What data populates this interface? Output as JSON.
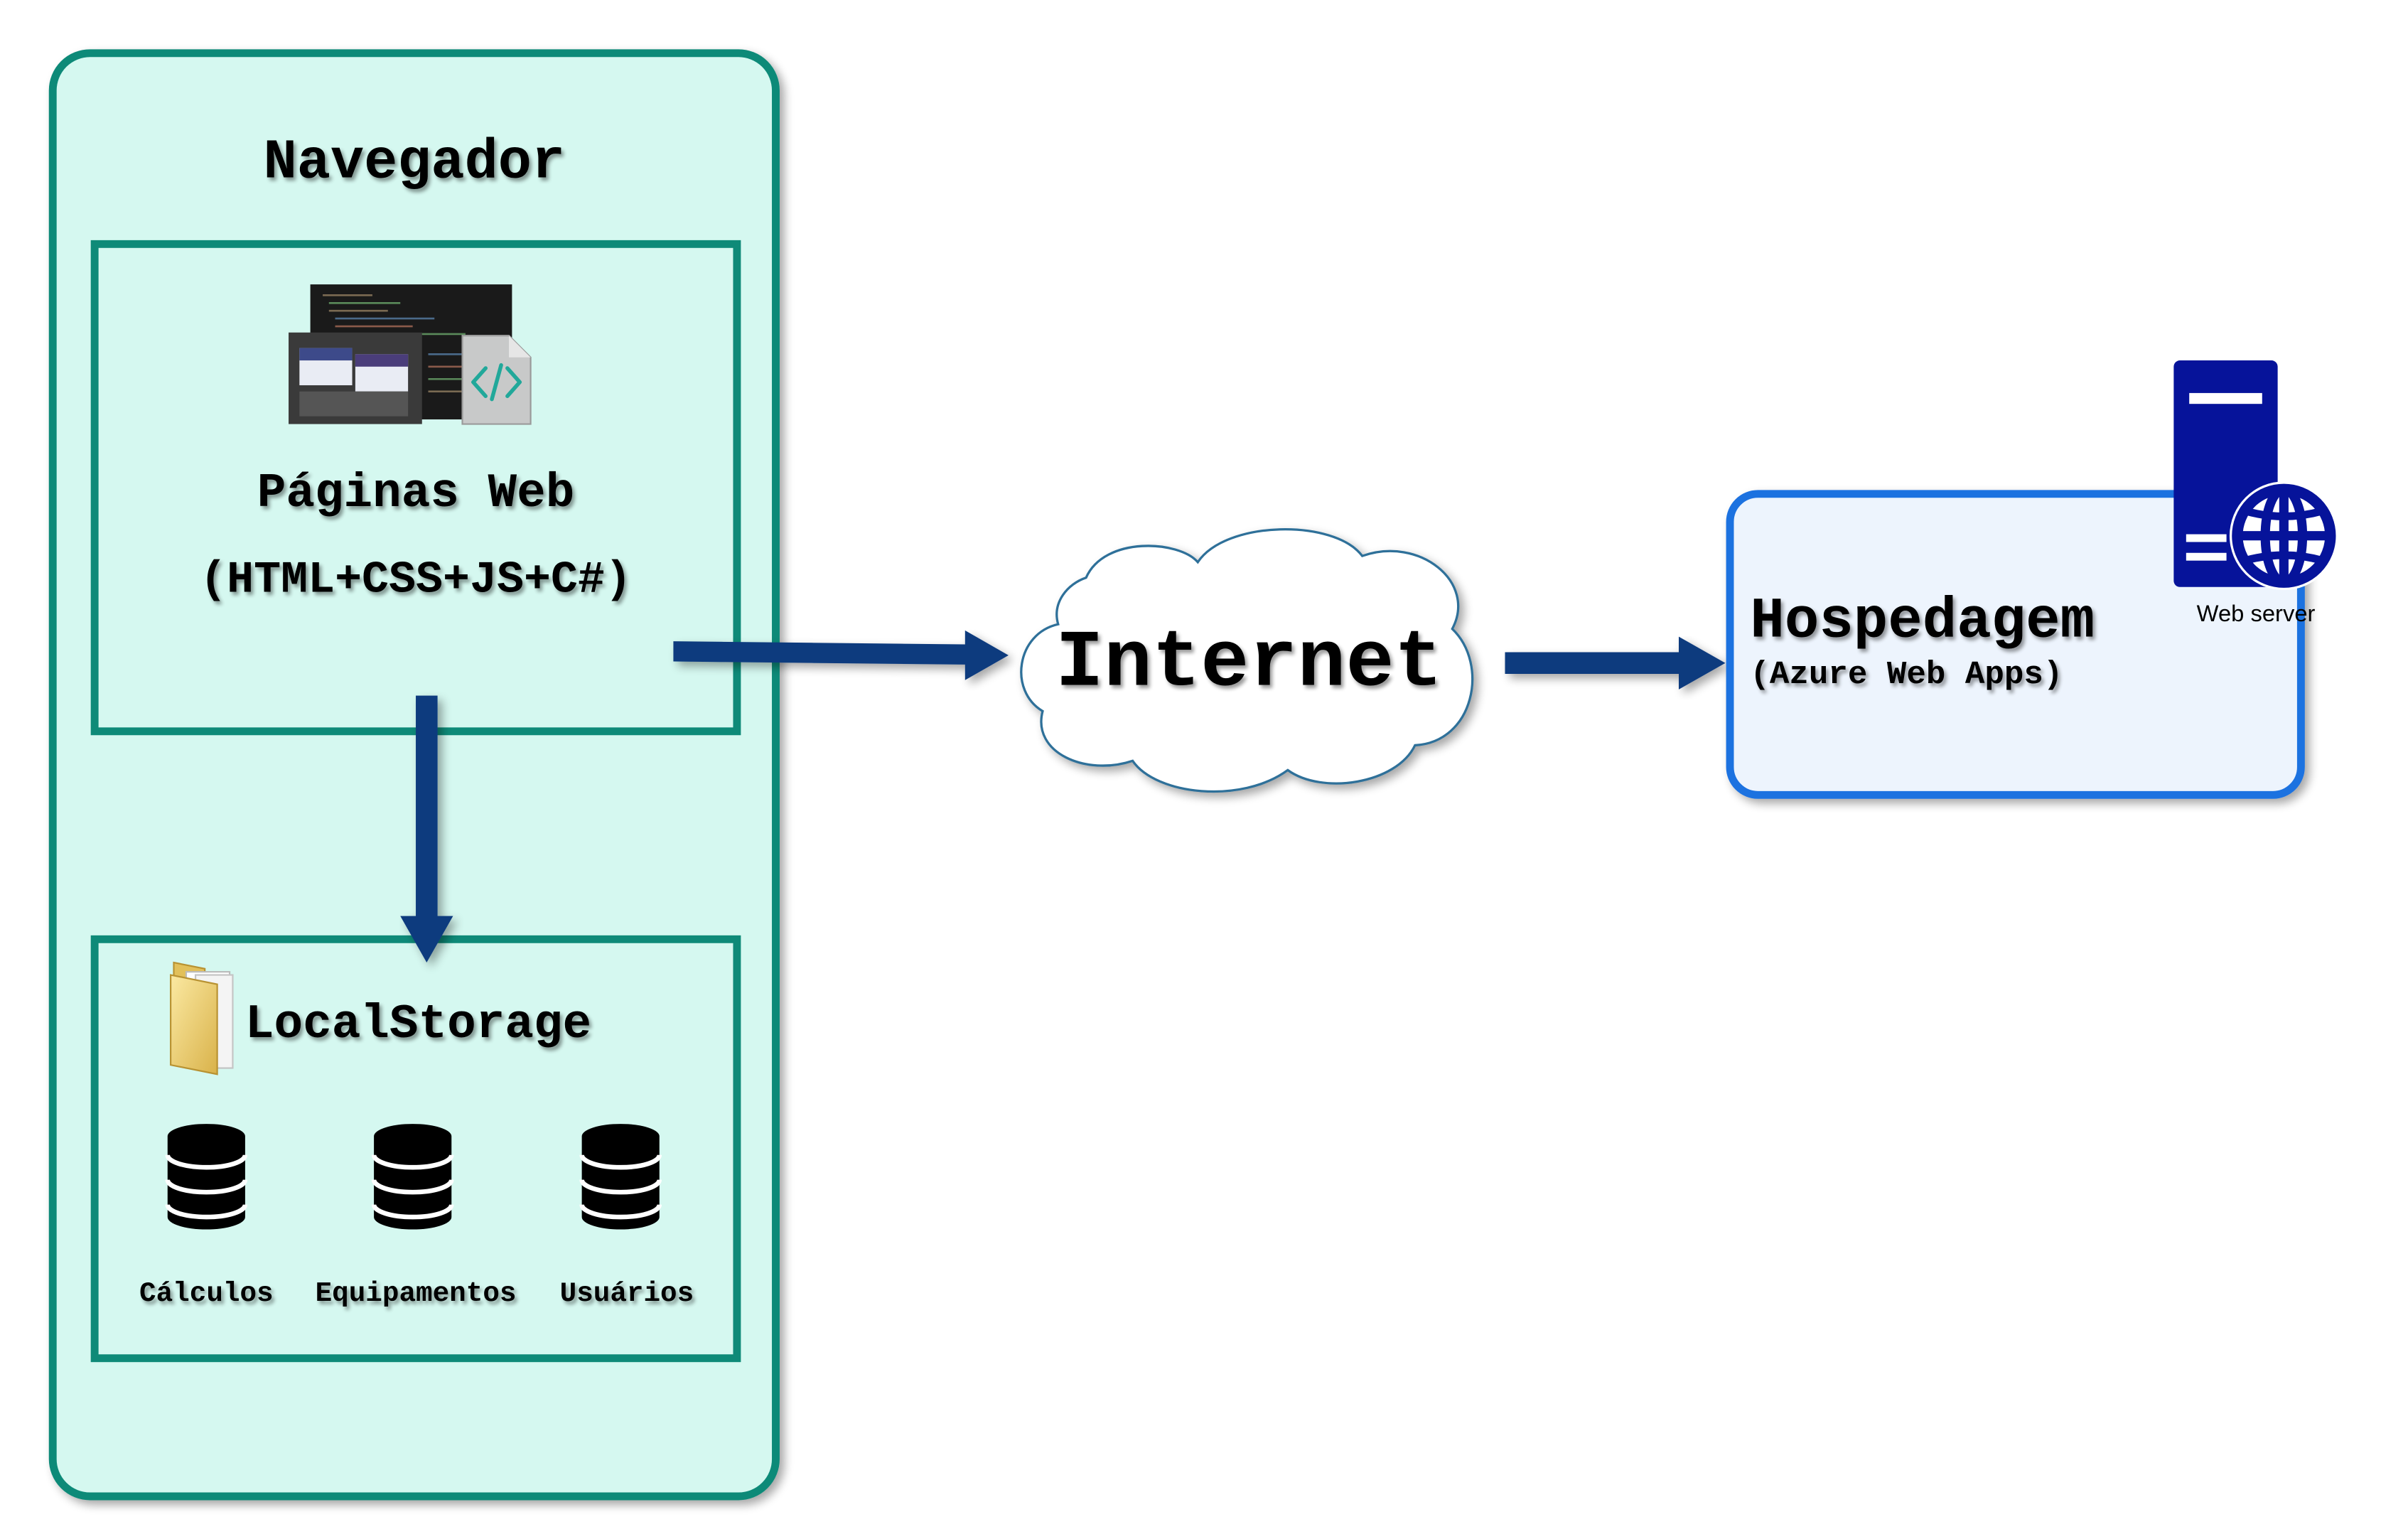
{
  "browser": {
    "title": "Navegador",
    "web_pages": {
      "title": "Páginas Web",
      "subtitle": "(HTML+CSS+JS+C#)"
    },
    "local_storage": {
      "title": "LocalStorage",
      "databases": [
        {
          "label": "Cálculos",
          "icon": "database-icon"
        },
        {
          "label": "Equipamentos",
          "icon": "database-icon"
        },
        {
          "label": "Usuários",
          "icon": "database-icon"
        }
      ]
    }
  },
  "internet": {
    "label": "Internet"
  },
  "hosting": {
    "title": "Hospedagem",
    "subtitle": "(Azure Web Apps)",
    "server_label": "Web server"
  },
  "colors": {
    "browser_border": "#0e8a78",
    "browser_fill": "#d5f8f0",
    "arrow": "#0b3a7e",
    "hosting_border": "#1f72e0",
    "hosting_fill": "#edf4fd",
    "server": "#06139a",
    "cloud_border": "#2e6f99"
  }
}
